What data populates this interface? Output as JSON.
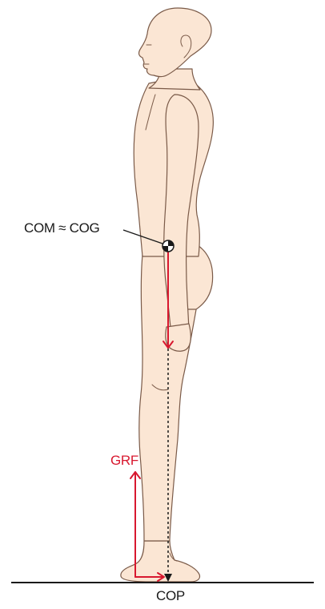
{
  "labels": {
    "com_cog": "COM ≈ COG",
    "grf": "GRF",
    "cop": "COP"
  },
  "colors": {
    "skin": "#fbe6d4",
    "skin_outline": "#7a5a48",
    "force_arrow": "#d8182f",
    "text_default": "#1a1a1a",
    "ground": "#1a1a1a",
    "dashed_line": "#1a1a1a"
  },
  "icons": {
    "com_marker": "center-of-mass-icon"
  }
}
